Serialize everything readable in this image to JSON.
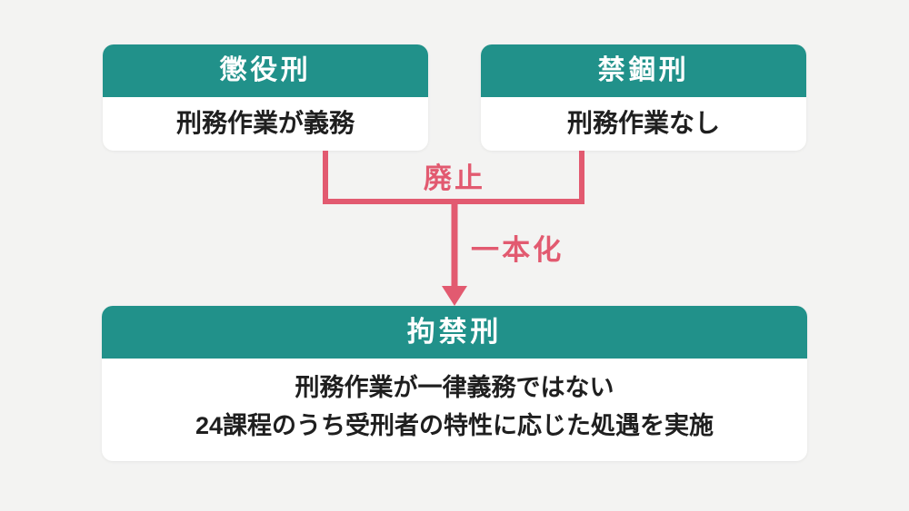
{
  "diagram": {
    "title_implicit": "刑の一本化の図解",
    "colors": {
      "background": "#f3f3f2",
      "teal_header": "#21918a",
      "pink_accent": "#e25a70",
      "card_background": "#ffffff",
      "body_text": "#1f1f1f"
    },
    "boxes": [
      {
        "id": "choeki",
        "title": "懲役刑",
        "body": "刑務作業が義務"
      },
      {
        "id": "kinko",
        "title": "禁錮刑",
        "body": "刑務作業なし"
      },
      {
        "id": "kokin",
        "title": "拘禁刑",
        "body_lines": [
          "刑務作業が一律義務ではない",
          "24課程のうち受刑者の特性に応じた処遇を実施"
        ]
      }
    ],
    "labels": {
      "abolish": "廃止",
      "unify": "一本化"
    }
  }
}
